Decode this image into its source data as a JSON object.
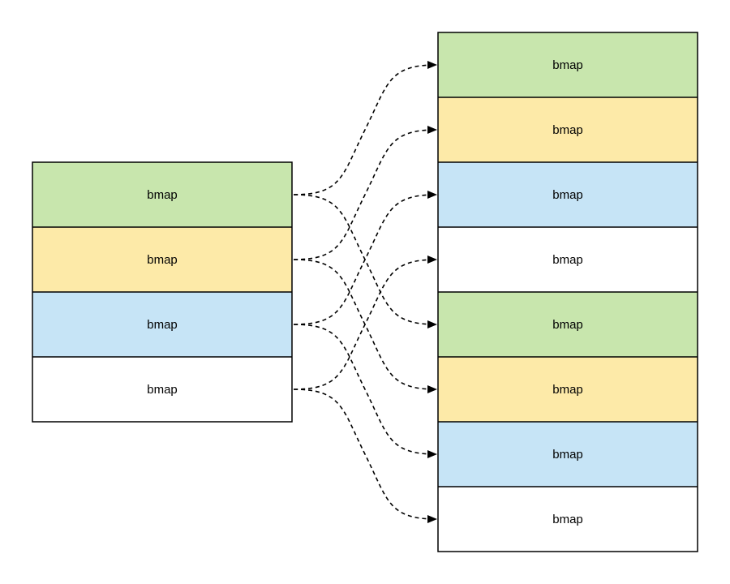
{
  "colors": {
    "green": "#c8e6ad",
    "yellow": "#fdeaa8",
    "blue": "#c6e4f6",
    "white": "#ffffff",
    "stroke": "#000000"
  },
  "left_stack": {
    "cells": [
      {
        "label": "bmap",
        "color": "green"
      },
      {
        "label": "bmap",
        "color": "yellow"
      },
      {
        "label": "bmap",
        "color": "blue"
      },
      {
        "label": "bmap",
        "color": "white"
      }
    ]
  },
  "right_stack": {
    "cells": [
      {
        "label": "bmap",
        "color": "green"
      },
      {
        "label": "bmap",
        "color": "yellow"
      },
      {
        "label": "bmap",
        "color": "blue"
      },
      {
        "label": "bmap",
        "color": "white"
      },
      {
        "label": "bmap",
        "color": "green"
      },
      {
        "label": "bmap",
        "color": "yellow"
      },
      {
        "label": "bmap",
        "color": "blue"
      },
      {
        "label": "bmap",
        "color": "white"
      }
    ]
  },
  "arrows": [
    {
      "from": 0,
      "to": 0
    },
    {
      "from": 0,
      "to": 4
    },
    {
      "from": 1,
      "to": 1
    },
    {
      "from": 1,
      "to": 5
    },
    {
      "from": 2,
      "to": 2
    },
    {
      "from": 2,
      "to": 6
    },
    {
      "from": 3,
      "to": 3
    },
    {
      "from": 3,
      "to": 7
    }
  ]
}
